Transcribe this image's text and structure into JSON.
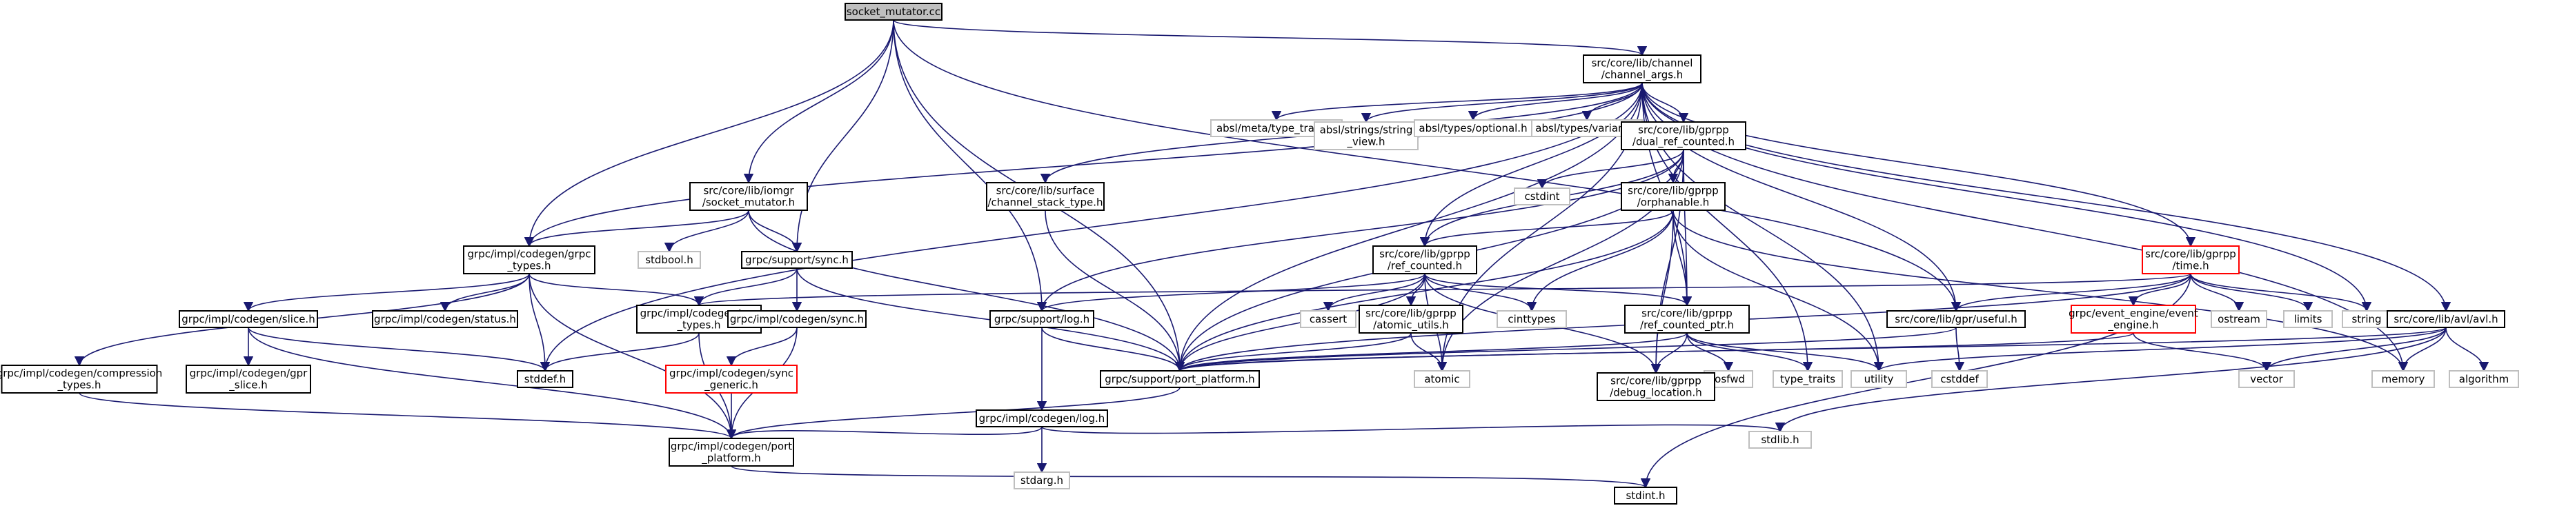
{
  "colors": {
    "edge": "#191970",
    "node_border": "#000000",
    "node_border_external": "#bfbfbf",
    "node_border_truncated": "#ff0000",
    "root_fill": "#bfbfbf",
    "node_fill": "#ffffff"
  },
  "nodes": [
    {
      "id": "socket_mutator",
      "lines": [
        "socket_mutator.cc"
      ],
      "style": "root"
    },
    {
      "id": "channel_args",
      "lines": [
        "src/core/lib/channel",
        "/channel_args.h"
      ],
      "style": "normal"
    },
    {
      "id": "type_traits_h",
      "lines": [
        "absl/meta/type_traits.h"
      ],
      "style": "external"
    },
    {
      "id": "string_view",
      "lines": [
        "absl/strings/string",
        "_view.h"
      ],
      "style": "external"
    },
    {
      "id": "optional",
      "lines": [
        "absl/types/optional.h"
      ],
      "style": "external"
    },
    {
      "id": "variant",
      "lines": [
        "absl/types/variant.h"
      ],
      "style": "external"
    },
    {
      "id": "dual_ref",
      "lines": [
        "src/core/lib/gprpp",
        "/dual_ref_counted.h"
      ],
      "style": "normal"
    },
    {
      "id": "iomgr_sm",
      "lines": [
        "src/core/lib/iomgr",
        "/socket_mutator.h"
      ],
      "style": "normal"
    },
    {
      "id": "surface",
      "lines": [
        "src/core/lib/surface",
        "/channel_stack_type.h"
      ],
      "style": "normal"
    },
    {
      "id": "cstdint",
      "lines": [
        "cstdint"
      ],
      "style": "external"
    },
    {
      "id": "orphanable",
      "lines": [
        "src/core/lib/gprpp",
        "/orphanable.h"
      ],
      "style": "normal"
    },
    {
      "id": "time",
      "lines": [
        "src/core/lib/gprpp",
        "/time.h"
      ],
      "style": "truncated"
    },
    {
      "id": "grpc_types",
      "lines": [
        "grpc/impl/codegen/grpc",
        "_types.h"
      ],
      "style": "normal"
    },
    {
      "id": "stdbool",
      "lines": [
        "stdbool.h"
      ],
      "style": "external"
    },
    {
      "id": "sync",
      "lines": [
        "grpc/support/sync.h"
      ],
      "style": "normal"
    },
    {
      "id": "ref_counted",
      "lines": [
        "src/core/lib/gprpp",
        "/ref_counted.h"
      ],
      "style": "normal"
    },
    {
      "id": "slice",
      "lines": [
        "grpc/impl/codegen/slice.h"
      ],
      "style": "normal"
    },
    {
      "id": "status",
      "lines": [
        "grpc/impl/codegen/status.h"
      ],
      "style": "normal"
    },
    {
      "id": "gpr_types",
      "lines": [
        "grpc/impl/codegen/gpr",
        "_types.h"
      ],
      "style": "normal"
    },
    {
      "id": "codegen_sync",
      "lines": [
        "grpc/impl/codegen/sync.h"
      ],
      "style": "normal"
    },
    {
      "id": "log",
      "lines": [
        "grpc/support/log.h"
      ],
      "style": "normal"
    },
    {
      "id": "cassert",
      "lines": [
        "cassert"
      ],
      "style": "external"
    },
    {
      "id": "atomic_utils",
      "lines": [
        "src/core/lib/gprpp",
        "/atomic_utils.h"
      ],
      "style": "normal"
    },
    {
      "id": "cinttypes",
      "lines": [
        "cinttypes"
      ],
      "style": "external"
    },
    {
      "id": "ref_ptr",
      "lines": [
        "src/core/lib/gprpp",
        "/ref_counted_ptr.h"
      ],
      "style": "normal"
    },
    {
      "id": "useful",
      "lines": [
        "src/core/lib/gpr/useful.h"
      ],
      "style": "normal"
    },
    {
      "id": "event_engine",
      "lines": [
        "grpc/event_engine/event",
        "_engine.h"
      ],
      "style": "truncated"
    },
    {
      "id": "ostream",
      "lines": [
        "ostream"
      ],
      "style": "external"
    },
    {
      "id": "limits",
      "lines": [
        "limits"
      ],
      "style": "external"
    },
    {
      "id": "string",
      "lines": [
        "string"
      ],
      "style": "external"
    },
    {
      "id": "avl",
      "lines": [
        "src/core/lib/avl/avl.h"
      ],
      "style": "normal"
    },
    {
      "id": "compression",
      "lines": [
        "grpc/impl/codegen/compression",
        "_types.h"
      ],
      "style": "normal"
    },
    {
      "id": "gpr_slice",
      "lines": [
        "grpc/impl/codegen/gpr",
        "_slice.h"
      ],
      "style": "normal"
    },
    {
      "id": "stddef",
      "lines": [
        "stddef.h"
      ],
      "style": "normal"
    },
    {
      "id": "sync_generic",
      "lines": [
        "grpc/impl/codegen/sync",
        "_generic.h"
      ],
      "style": "truncated"
    },
    {
      "id": "port_platform",
      "lines": [
        "grpc/support/port_platform.h"
      ],
      "style": "normal"
    },
    {
      "id": "atomic",
      "lines": [
        "atomic"
      ],
      "style": "external"
    },
    {
      "id": "iosfwd",
      "lines": [
        "iosfwd"
      ],
      "style": "external"
    },
    {
      "id": "type_traits",
      "lines": [
        "type_traits"
      ],
      "style": "external"
    },
    {
      "id": "utility",
      "lines": [
        "utility"
      ],
      "style": "external"
    },
    {
      "id": "cstddef",
      "lines": [
        "cstddef"
      ],
      "style": "external"
    },
    {
      "id": "debug_location",
      "lines": [
        "src/core/lib/gprpp",
        "/debug_location.h"
      ],
      "style": "normal"
    },
    {
      "id": "vector",
      "lines": [
        "vector"
      ],
      "style": "external"
    },
    {
      "id": "memory",
      "lines": [
        "memory"
      ],
      "style": "external"
    },
    {
      "id": "algorithm",
      "lines": [
        "algorithm"
      ],
      "style": "external"
    },
    {
      "id": "codegen_log",
      "lines": [
        "grpc/impl/codegen/log.h"
      ],
      "style": "normal"
    },
    {
      "id": "stdarg",
      "lines": [
        "stdarg.h"
      ],
      "style": "external"
    },
    {
      "id": "stdlib",
      "lines": [
        "stdlib.h"
      ],
      "style": "external"
    },
    {
      "id": "codegen_port",
      "lines": [
        "grpc/impl/codegen/port",
        "_platform.h"
      ],
      "style": "normal"
    },
    {
      "id": "stdint",
      "lines": [
        "stdint.h"
      ],
      "style": "normal"
    }
  ],
  "edges": [
    [
      "socket_mutator",
      "channel_args"
    ],
    [
      "socket_mutator",
      "grpc_types"
    ],
    [
      "socket_mutator",
      "iomgr_sm"
    ],
    [
      "socket_mutator",
      "sync"
    ],
    [
      "socket_mutator",
      "port_platform"
    ],
    [
      "socket_mutator",
      "log"
    ],
    [
      "socket_mutator",
      "useful"
    ],
    [
      "channel_args",
      "type_traits_h"
    ],
    [
      "channel_args",
      "string_view"
    ],
    [
      "channel_args",
      "optional"
    ],
    [
      "channel_args",
      "variant"
    ],
    [
      "channel_args",
      "dual_ref"
    ],
    [
      "channel_args",
      "surface"
    ],
    [
      "channel_args",
      "grpc_types"
    ],
    [
      "channel_args",
      "time"
    ],
    [
      "channel_args",
      "avl"
    ],
    [
      "channel_args",
      "useful"
    ],
    [
      "channel_args",
      "ref_ptr"
    ],
    [
      "channel_args",
      "ref_counted"
    ],
    [
      "channel_args",
      "port_platform"
    ],
    [
      "channel_args",
      "stddef"
    ],
    [
      "channel_args",
      "string"
    ],
    [
      "channel_args",
      "memory"
    ],
    [
      "channel_args",
      "utility"
    ],
    [
      "channel_args",
      "type_traits"
    ],
    [
      "channel_args",
      "atomic"
    ],
    [
      "dual_ref",
      "cstdint"
    ],
    [
      "dual_ref",
      "orphanable"
    ],
    [
      "dual_ref",
      "ref_counted"
    ],
    [
      "dual_ref",
      "ref_ptr"
    ],
    [
      "dual_ref",
      "debug_location"
    ],
    [
      "dual_ref",
      "log"
    ],
    [
      "dual_ref",
      "port_platform"
    ],
    [
      "dual_ref",
      "atomic"
    ],
    [
      "iomgr_sm",
      "grpc_types"
    ],
    [
      "iomgr_sm",
      "stdbool"
    ],
    [
      "iomgr_sm",
      "sync"
    ],
    [
      "iomgr_sm",
      "port_platform"
    ],
    [
      "surface",
      "port_platform"
    ],
    [
      "orphanable",
      "ref_counted"
    ],
    [
      "orphanable",
      "ref_ptr"
    ],
    [
      "orphanable",
      "debug_location"
    ],
    [
      "orphanable",
      "utility"
    ],
    [
      "orphanable",
      "memory"
    ],
    [
      "orphanable",
      "port_platform"
    ],
    [
      "orphanable",
      "cinttypes"
    ],
    [
      "time",
      "event_engine"
    ],
    [
      "time",
      "ostream"
    ],
    [
      "time",
      "limits"
    ],
    [
      "time",
      "string"
    ],
    [
      "time",
      "useful"
    ],
    [
      "time",
      "port_platform"
    ],
    [
      "time",
      "gpr_types"
    ],
    [
      "time",
      "stdint"
    ],
    [
      "grpc_types",
      "gpr_types"
    ],
    [
      "grpc_types",
      "slice"
    ],
    [
      "grpc_types",
      "status"
    ],
    [
      "grpc_types",
      "compression"
    ],
    [
      "grpc_types",
      "stddef"
    ],
    [
      "grpc_types",
      "codegen_port"
    ],
    [
      "sync",
      "gpr_types"
    ],
    [
      "sync",
      "codegen_sync"
    ],
    [
      "sync",
      "port_platform"
    ],
    [
      "ref_counted",
      "log"
    ],
    [
      "ref_counted",
      "cassert"
    ],
    [
      "ref_counted",
      "atomic_utils"
    ],
    [
      "ref_counted",
      "cinttypes"
    ],
    [
      "ref_counted",
      "ref_ptr"
    ],
    [
      "ref_counted",
      "debug_location"
    ],
    [
      "ref_counted",
      "atomic"
    ],
    [
      "ref_counted",
      "port_platform"
    ],
    [
      "slice",
      "gpr_slice"
    ],
    [
      "slice",
      "stddef"
    ],
    [
      "slice",
      "codegen_port"
    ],
    [
      "gpr_types",
      "stddef"
    ],
    [
      "gpr_types",
      "codegen_port"
    ],
    [
      "codegen_sync",
      "sync_generic"
    ],
    [
      "codegen_sync",
      "codegen_port"
    ],
    [
      "log",
      "port_platform"
    ],
    [
      "log",
      "codegen_log"
    ],
    [
      "atomic_utils",
      "atomic"
    ],
    [
      "atomic_utils",
      "port_platform"
    ],
    [
      "ref_ptr",
      "iosfwd"
    ],
    [
      "ref_ptr",
      "type_traits"
    ],
    [
      "ref_ptr",
      "utility"
    ],
    [
      "ref_ptr",
      "debug_location"
    ],
    [
      "ref_ptr",
      "port_platform"
    ],
    [
      "useful",
      "cstddef"
    ],
    [
      "useful",
      "port_platform"
    ],
    [
      "event_engine",
      "vector"
    ],
    [
      "event_engine",
      "port_platform"
    ],
    [
      "avl",
      "memory"
    ],
    [
      "avl",
      "algorithm"
    ],
    [
      "avl",
      "vector"
    ],
    [
      "avl",
      "utility"
    ],
    [
      "avl",
      "stdlib"
    ],
    [
      "avl",
      "port_platform"
    ],
    [
      "sync_generic",
      "codegen_port"
    ],
    [
      "port_platform",
      "codegen_port"
    ],
    [
      "compression",
      "codegen_port"
    ],
    [
      "codegen_log",
      "stdarg"
    ],
    [
      "codegen_log",
      "stdlib"
    ],
    [
      "codegen_log",
      "codegen_port"
    ],
    [
      "codegen_port",
      "stdint"
    ]
  ]
}
